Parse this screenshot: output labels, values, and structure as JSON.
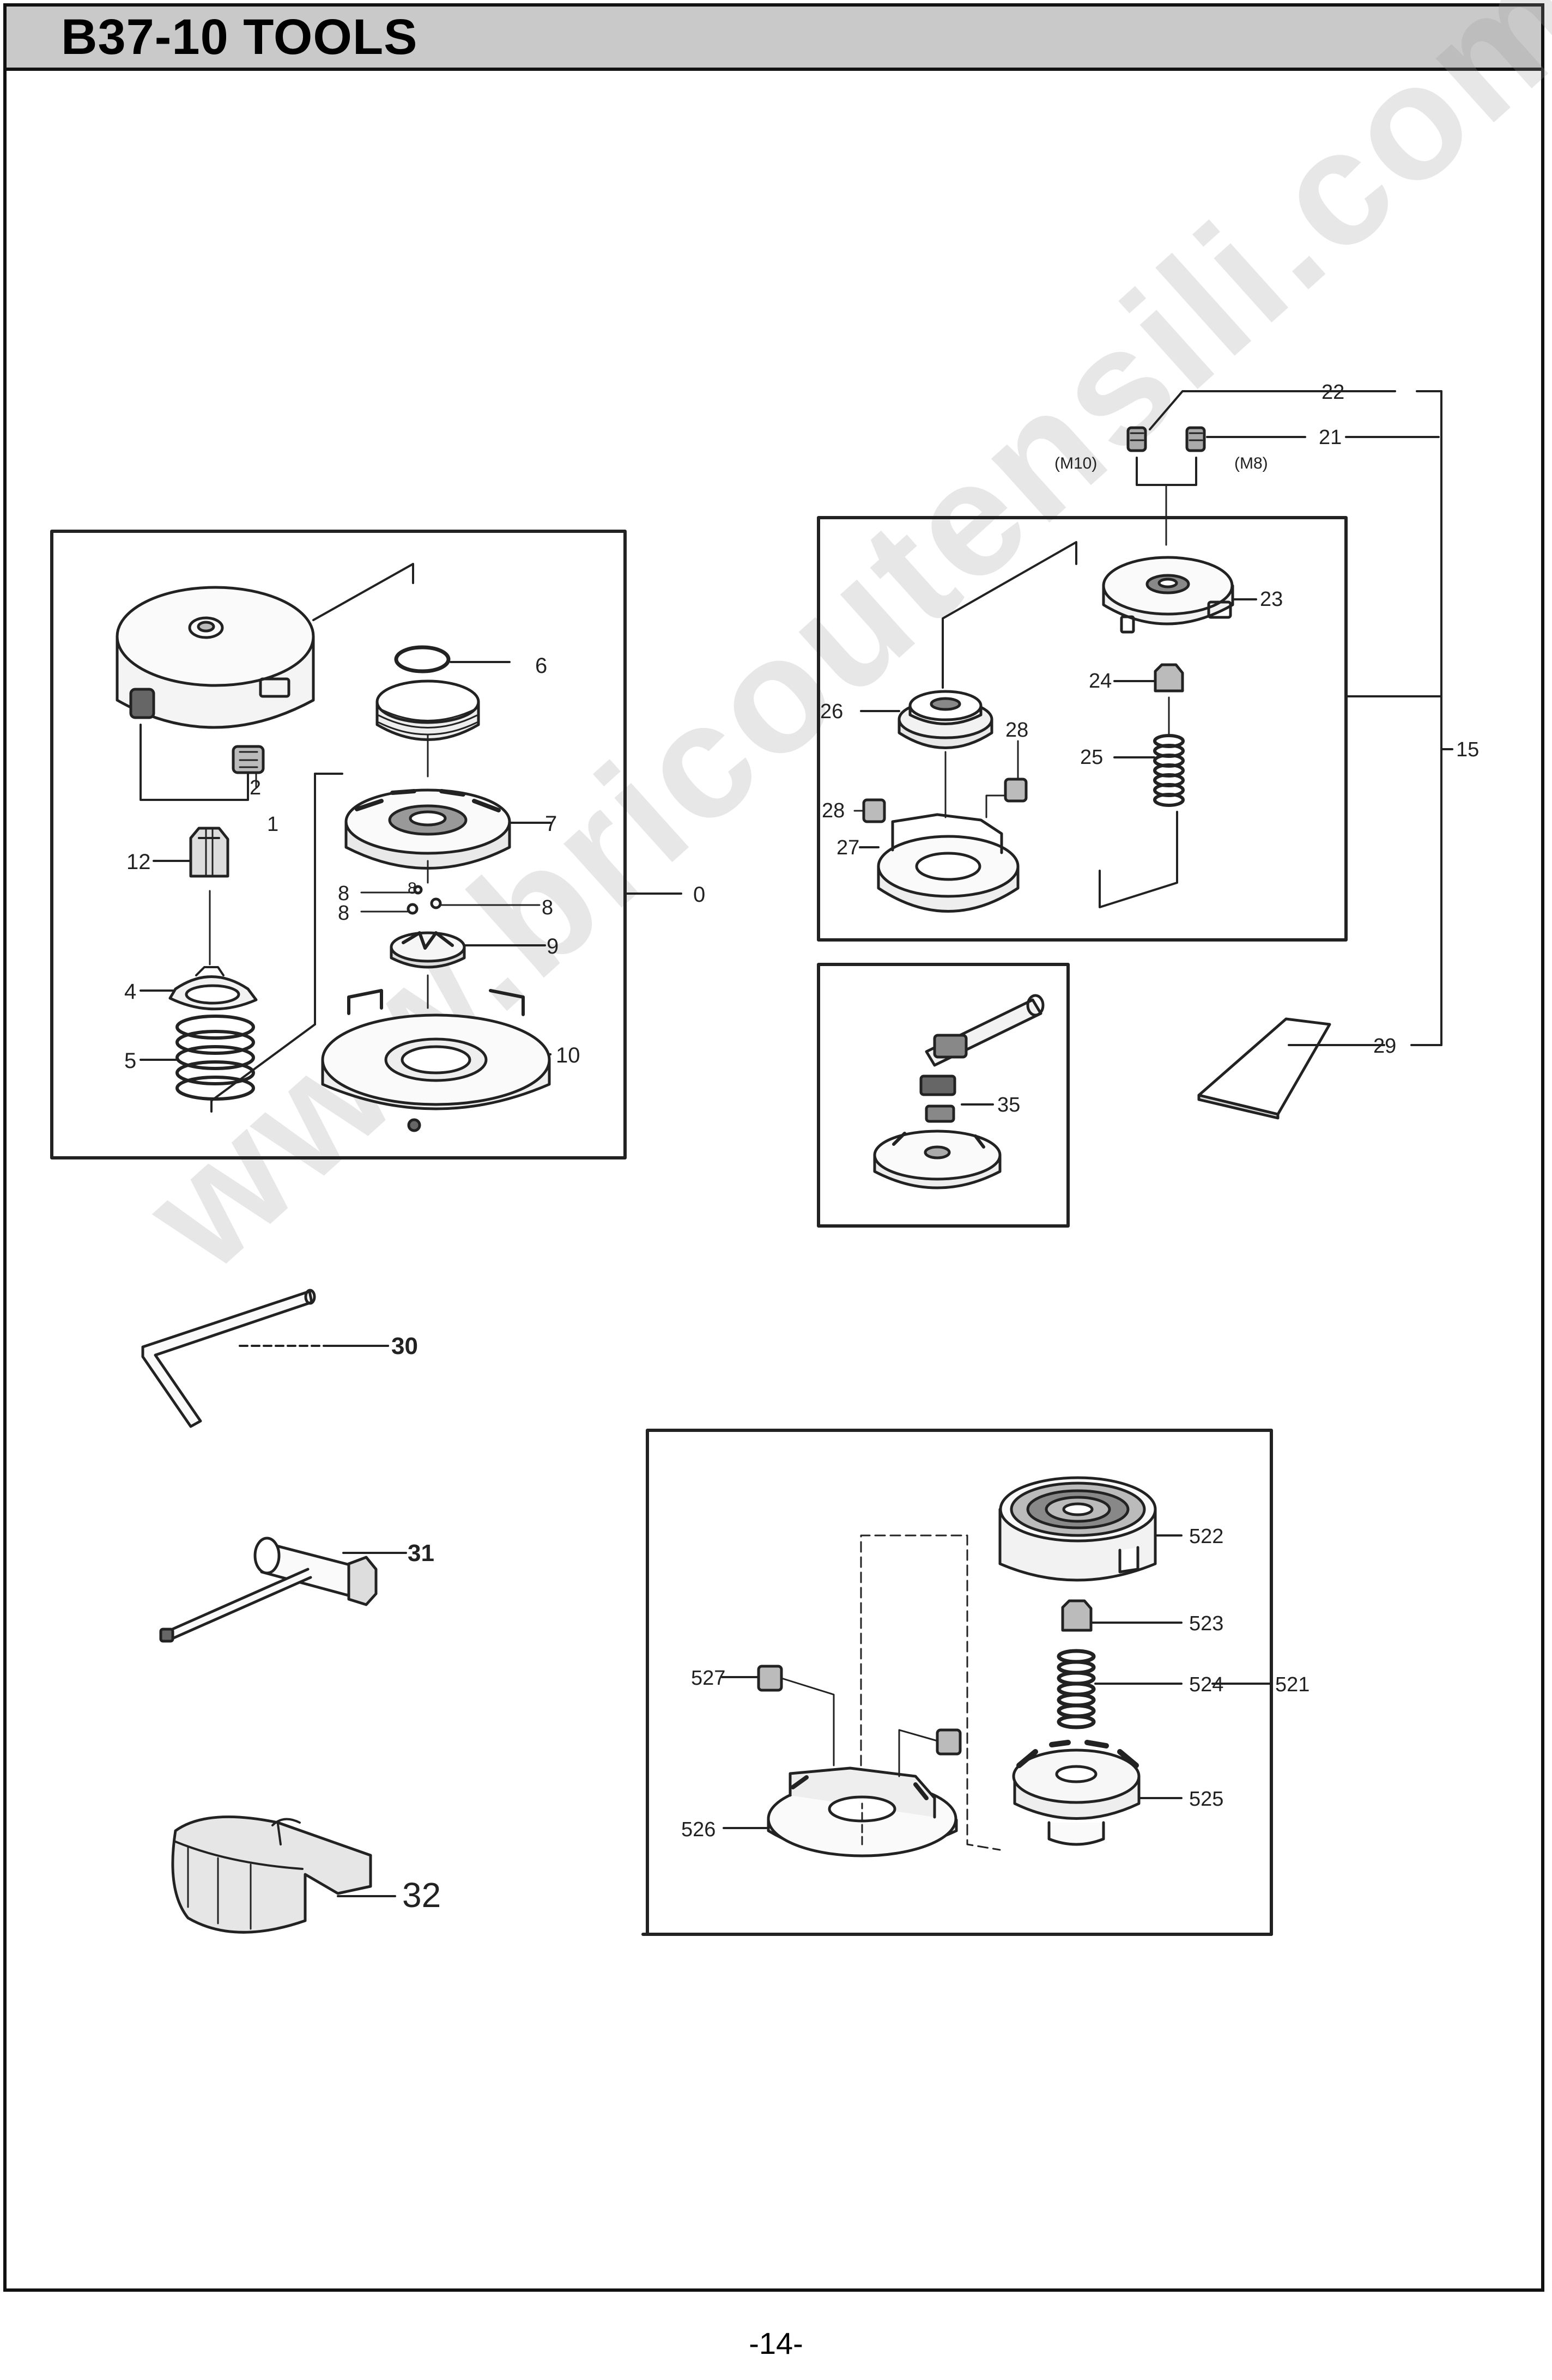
{
  "page": {
    "title": "B37-10 TOOLS",
    "page_number": "-14-",
    "watermark": "www.bricoutensili.com"
  },
  "colors": {
    "frame": "#111111",
    "title_background": "#c9c9c9",
    "line_art": "#222222",
    "shading": "#e6e6e6"
  },
  "callouts": {
    "head_assembly": [
      "6",
      "7",
      "8",
      "8",
      "8",
      "8",
      "9",
      "10",
      "0",
      "12",
      "4",
      "5",
      "2",
      "1"
    ],
    "bump_head": [
      "22",
      "21",
      "23",
      "24",
      "25",
      "26",
      "28",
      "28",
      "27",
      "15",
      "35",
      "29"
    ],
    "size_marks": [
      "(M10)",
      "(M8)"
    ],
    "tools": [
      "30",
      "31",
      "32"
    ],
    "spool_head": [
      "522",
      "523",
      "524",
      "525",
      "526",
      "527",
      "521"
    ]
  }
}
